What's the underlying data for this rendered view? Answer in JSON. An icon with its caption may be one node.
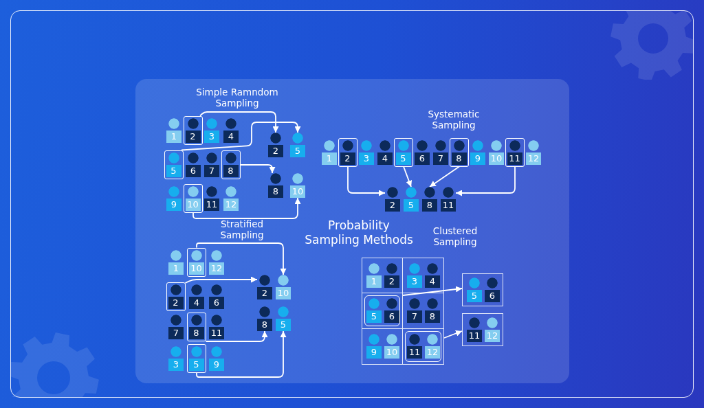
{
  "diagram": {
    "title": "Probability Sampling Methods",
    "nodes": [
      {
        "text": [
          "1"
        ]
      },
      {
        "text": [
          "2"
        ]
      },
      {
        "text": [
          "3"
        ]
      },
      {
        "text": [
          "4"
        ]
      },
      {
        "text": [
          "5"
        ]
      },
      {
        "text": [
          "6"
        ]
      },
      {
        "text": [
          "7"
        ]
      },
      {
        "text": [
          "8"
        ]
      },
      {
        "text": [
          "9"
        ]
      },
      {
        "text": [
          "10"
        ]
      },
      {
        "text": [
          "11"
        ]
      },
      {
        "text": [
          "12"
        ]
      },
      {
        "text": [
          "2"
        ]
      },
      {
        "text": [
          "5"
        ]
      },
      {
        "text": [
          "8"
        ]
      },
      {
        "text": [
          "10"
        ]
      },
      {
        "text": [
          "1"
        ]
      },
      {
        "text": [
          "2"
        ]
      },
      {
        "text": [
          "3"
        ]
      },
      {
        "text": [
          "4"
        ]
      },
      {
        "text": [
          "5"
        ]
      },
      {
        "text": [
          "6"
        ]
      },
      {
        "text": [
          "7"
        ]
      },
      {
        "text": [
          "8"
        ]
      },
      {
        "text": [
          "9"
        ]
      },
      {
        "text": [
          "10"
        ]
      },
      {
        "text": [
          "11"
        ]
      },
      {
        "text": [
          "12"
        ]
      },
      {
        "text": [
          "2"
        ]
      },
      {
        "text": [
          "5"
        ]
      },
      {
        "text": [
          "8"
        ]
      },
      {
        "text": [
          "11"
        ]
      },
      {
        "text": [
          "1"
        ]
      },
      {
        "text": [
          "10"
        ]
      },
      {
        "text": [
          "12"
        ]
      },
      {
        "text": [
          "2"
        ]
      },
      {
        "text": [
          "4"
        ]
      },
      {
        "text": [
          "6"
        ]
      },
      {
        "text": [
          "7"
        ]
      },
      {
        "text": [
          "8"
        ]
      },
      {
        "text": [
          "11"
        ]
      },
      {
        "text": [
          "3"
        ]
      },
      {
        "text": [
          "5"
        ]
      },
      {
        "text": [
          "9"
        ]
      },
      {
        "text": [
          "2"
        ]
      },
      {
        "text": [
          "10"
        ]
      },
      {
        "text": [
          "8"
        ]
      },
      {
        "text": [
          "5"
        ]
      },
      {
        "text": [],
        "shape": "box"
      },
      {
        "text": [
          "1"
        ],
        "in": 48
      },
      {
        "text": [
          "2"
        ],
        "in": 48
      },
      {
        "text": [],
        "shape": "box"
      },
      {
        "text": [
          "3"
        ],
        "in": 51
      },
      {
        "text": [
          "4"
        ],
        "in": 51
      },
      {
        "text": [],
        "shape": "box"
      },
      {
        "text": [
          "5"
        ],
        "in": 54
      },
      {
        "text": [
          "6"
        ],
        "in": 54
      },
      {
        "text": [],
        "shape": "box"
      },
      {
        "text": [
          "7"
        ],
        "in": 57
      },
      {
        "text": [
          "8"
        ],
        "in": 57
      },
      {
        "text": [],
        "shape": "box"
      },
      {
        "text": [
          "9"
        ],
        "in": 60
      },
      {
        "text": [
          "10"
        ],
        "in": 60
      },
      {
        "text": [],
        "shape": "box"
      },
      {
        "text": [
          "11"
        ],
        "in": 63
      },
      {
        "text": [
          "12"
        ],
        "in": 63
      },
      {
        "text": [],
        "shape": "box"
      },
      {
        "text": [
          "5"
        ],
        "in": 66
      },
      {
        "text": [
          "6"
        ],
        "in": 66
      },
      {
        "text": [],
        "shape": "box"
      },
      {
        "text": [
          "11"
        ],
        "in": 69
      },
      {
        "text": [
          "12"
        ],
        "in": 69
      }
    ],
    "edges": [
      {
        "from": 1,
        "to": 12,
        "arrow": "to"
      },
      {
        "from": 4,
        "to": 13,
        "arrow": "to"
      },
      {
        "from": 7,
        "to": 14,
        "arrow": "to"
      },
      {
        "from": 9,
        "to": 15,
        "arrow": "to"
      },
      {
        "from": 17,
        "to": 28,
        "arrow": "to"
      },
      {
        "from": 20,
        "to": 29,
        "arrow": "to"
      },
      {
        "from": 23,
        "to": 30,
        "arrow": "to"
      },
      {
        "from": 26,
        "to": 31,
        "arrow": "to"
      },
      {
        "from": 33,
        "to": 45,
        "arrow": "to"
      },
      {
        "from": 35,
        "to": 44,
        "arrow": "to"
      },
      {
        "from": 39,
        "to": 46,
        "arrow": "to"
      },
      {
        "from": 42,
        "to": 47,
        "arrow": "to"
      },
      {
        "from": 54,
        "to": 66,
        "arrow": "to"
      },
      {
        "from": 63,
        "to": 69,
        "arrow": "to"
      }
    ],
    "labels": [
      "Simple Ramndom Sampling",
      "Systematic Sampling",
      "Stratified Sampling",
      "Clustered Sampling"
    ]
  }
}
